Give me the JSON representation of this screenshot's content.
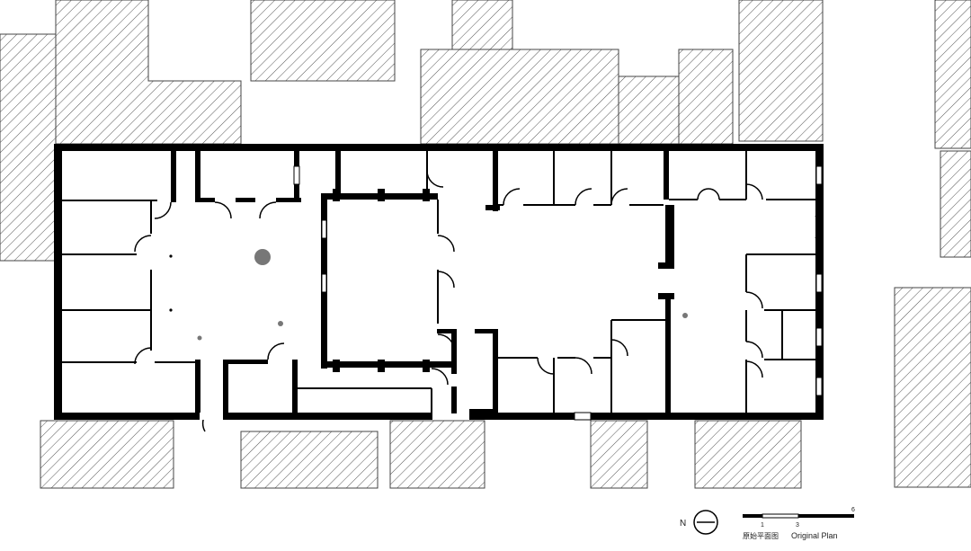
{
  "drawing": {
    "caption_cn": "原始平面图",
    "caption_en": "Original Plan",
    "north_label": "N",
    "scale_ticks": [
      "1",
      "3",
      "6"
    ],
    "colors": {
      "wall": "#000000",
      "hatch": "#555555",
      "thin_line": "#000000",
      "column": "#777777",
      "background": "#ffffff"
    }
  }
}
